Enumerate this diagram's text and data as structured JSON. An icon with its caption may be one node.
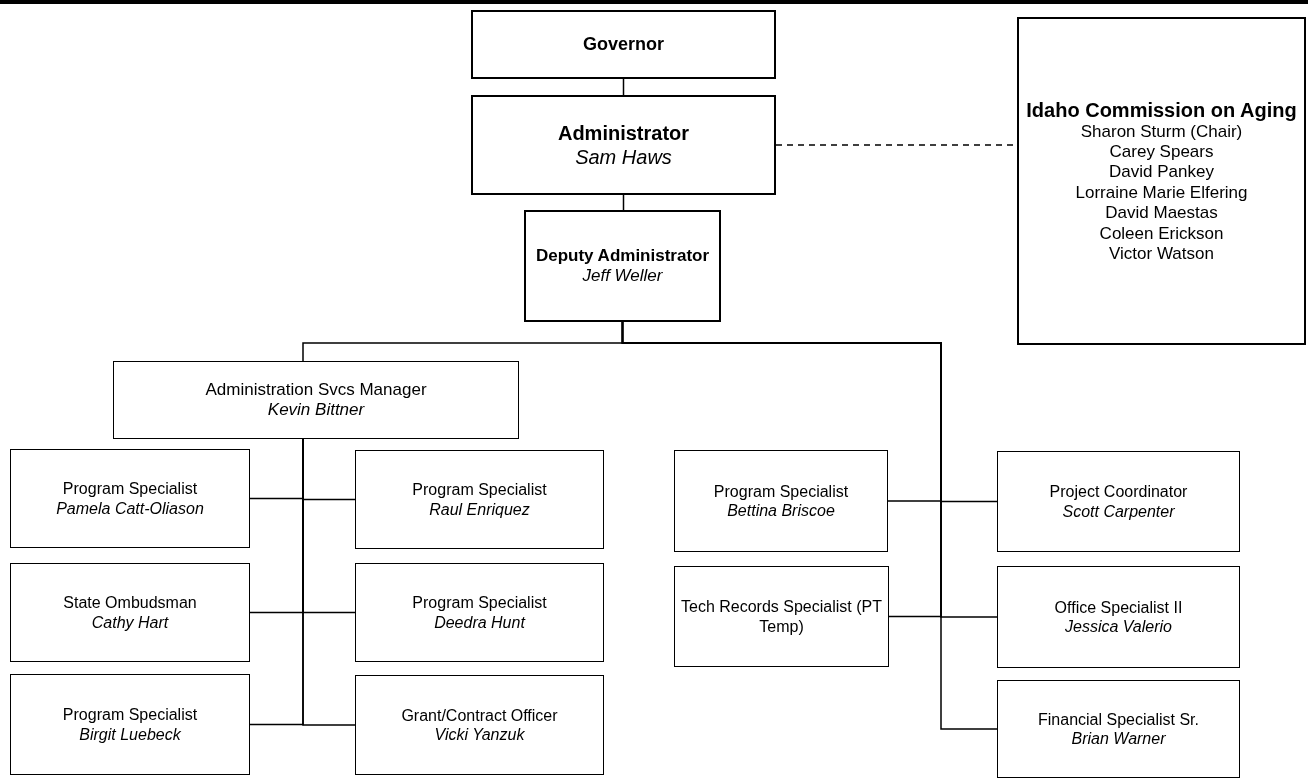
{
  "diagram": {
    "nodes": [
      {
        "text": [
          "Governor"
        ]
      },
      {
        "text": [
          "Administrator",
          "Sam Haws"
        ]
      },
      {
        "text": [
          "Deputy Administrator",
          "Jeff Weller"
        ]
      },
      {
        "text": [
          "Idaho Commission on Aging",
          "Sharon Sturm (Chair)",
          "Carey Spears",
          "David Pankey",
          "Lorraine Marie Elfering",
          "David Maestas",
          "Coleen Erickson",
          "Victor Watson"
        ]
      },
      {
        "text": [
          "Administration Svcs Manager",
          "Kevin Bittner"
        ]
      },
      {
        "text": [
          "Program Specialist",
          "Pamela Catt-Oliason"
        ]
      },
      {
        "text": [
          "Program Specialist",
          "Raul Enriquez"
        ]
      },
      {
        "text": [
          "State Ombudsman",
          "Cathy Hart"
        ]
      },
      {
        "text": [
          "Program Specialist",
          "Deedra Hunt"
        ]
      },
      {
        "text": [
          "Program Specialist",
          "Birgit Luebeck"
        ]
      },
      {
        "text": [
          "Grant/Contract Officer",
          "Vicki Yanzuk"
        ]
      },
      {
        "text": [
          "Program Specialist",
          "Bettina Briscoe"
        ]
      },
      {
        "text": [
          "Project Coordinator",
          "Scott Carpenter"
        ]
      },
      {
        "text": [
          "Tech Records Specialist (PT Temp)"
        ]
      },
      {
        "text": [
          "Office Specialist II",
          "Jessica Valerio"
        ]
      },
      {
        "text": [
          "Financial Specialist Sr.",
          "Brian Warner"
        ]
      }
    ],
    "edges": [
      {
        "from": 0,
        "to": 1,
        "arrow": "none"
      },
      {
        "from": 1,
        "to": 2,
        "arrow": "none"
      },
      {
        "from": 1,
        "to": 3,
        "arrow": "none",
        "style": "dashed"
      },
      {
        "from": 2,
        "to": 4,
        "arrow": "none"
      },
      {
        "from": 4,
        "to": 5,
        "arrow": "none"
      },
      {
        "from": 4,
        "to": 6,
        "arrow": "none"
      },
      {
        "from": 4,
        "to": 7,
        "arrow": "none"
      },
      {
        "from": 4,
        "to": 8,
        "arrow": "none"
      },
      {
        "from": 4,
        "to": 9,
        "arrow": "none"
      },
      {
        "from": 4,
        "to": 10,
        "arrow": "none"
      },
      {
        "from": 2,
        "to": 11,
        "arrow": "none"
      },
      {
        "from": 2,
        "to": 12,
        "arrow": "none"
      },
      {
        "from": 2,
        "to": 13,
        "arrow": "none"
      },
      {
        "from": 2,
        "to": 14,
        "arrow": "none"
      },
      {
        "from": 2,
        "to": 15,
        "arrow": "none"
      }
    ]
  }
}
